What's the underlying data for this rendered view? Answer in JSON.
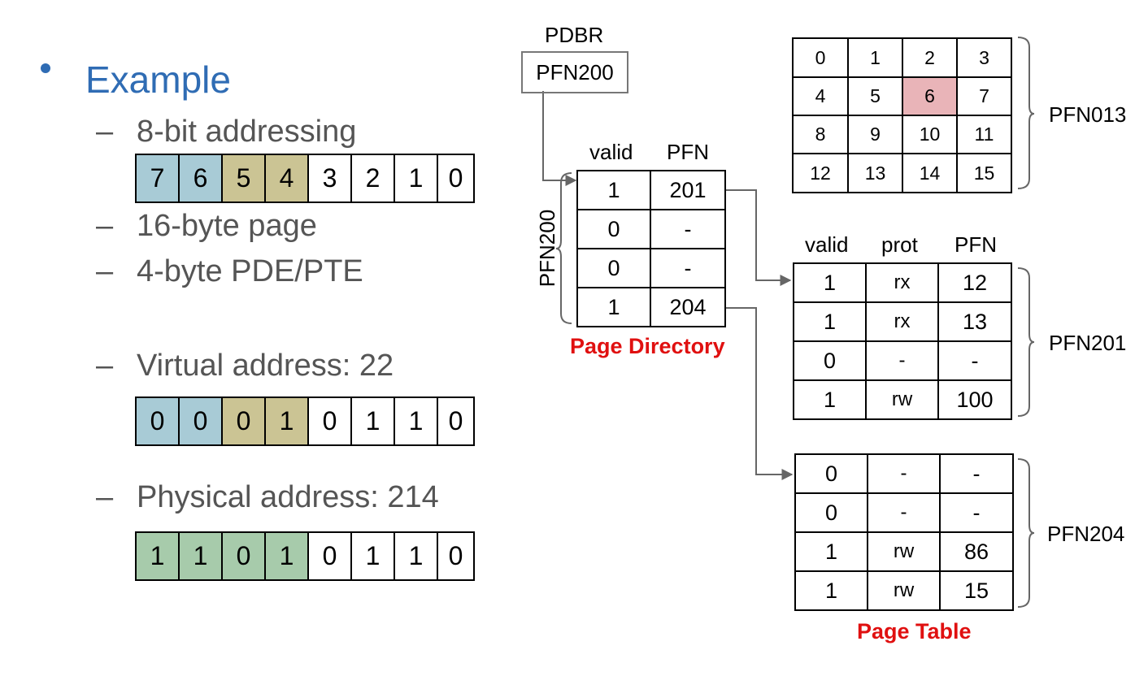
{
  "example": {
    "title": "Example",
    "items": [
      "8-bit addressing",
      "16-byte page",
      "4-byte PDE/PTE",
      "Virtual address: 22",
      "Physical address: 214"
    ],
    "bit_positions": [
      "7",
      "6",
      "5",
      "4",
      "3",
      "2",
      "1",
      "0"
    ],
    "virtual_bits": [
      "0",
      "0",
      "0",
      "1",
      "0",
      "1",
      "1",
      "0"
    ],
    "physical_bits": [
      "1",
      "1",
      "0",
      "1",
      "0",
      "1",
      "1",
      "0"
    ]
  },
  "pdbr": {
    "label": "PDBR",
    "value": "PFN200"
  },
  "page_directory": {
    "headers": [
      "valid",
      "PFN"
    ],
    "rows": [
      [
        "1",
        "201"
      ],
      [
        "0",
        "-"
      ],
      [
        "0",
        "-"
      ],
      [
        "1",
        "204"
      ]
    ],
    "side_label": "PFN200",
    "caption": "Page Directory"
  },
  "pfn013": {
    "label": "PFN013",
    "cells": [
      [
        "0",
        "1",
        "2",
        "3"
      ],
      [
        "4",
        "5",
        "6",
        "7"
      ],
      [
        "8",
        "9",
        "10",
        "11"
      ],
      [
        "12",
        "13",
        "14",
        "15"
      ]
    ]
  },
  "pfn201": {
    "headers": [
      "valid",
      "prot",
      "PFN"
    ],
    "rows": [
      [
        "1",
        "rx",
        "12"
      ],
      [
        "1",
        "rx",
        "13"
      ],
      [
        "0",
        "-",
        "-"
      ],
      [
        "1",
        "rw",
        "100"
      ]
    ],
    "label": "PFN201"
  },
  "pfn204": {
    "rows": [
      [
        "0",
        "-",
        "-"
      ],
      [
        "0",
        "-",
        "-"
      ],
      [
        "1",
        "rw",
        "86"
      ],
      [
        "1",
        "rw",
        "15"
      ]
    ],
    "label": "PFN204"
  },
  "page_table_caption": "Page Table",
  "colors": {
    "title_blue": "#2f6cb4",
    "vpn_dir": "#a8cbd6",
    "vpn_table": "#cbc494",
    "pfn": "#a7cbab",
    "highlight": "#e9b4b8",
    "caption_red": "#e01010"
  }
}
